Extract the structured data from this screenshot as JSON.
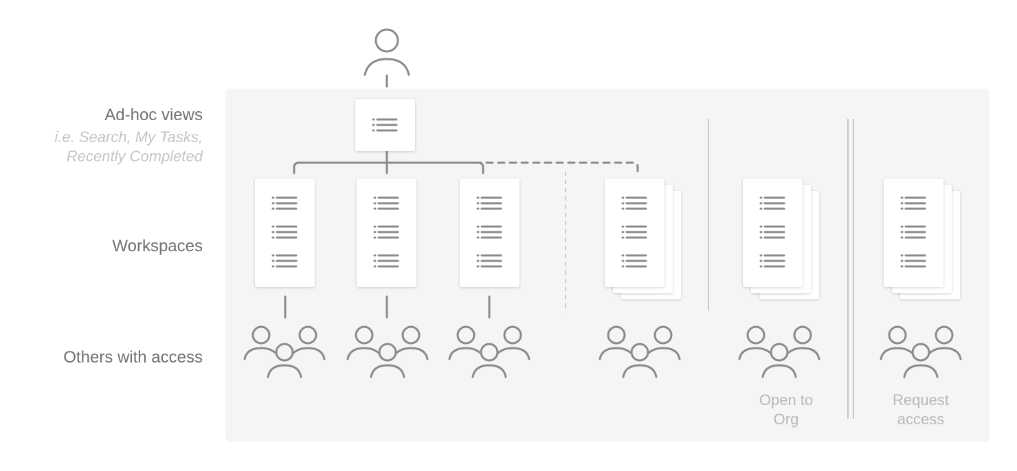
{
  "rows": {
    "adhoc_title": "Ad-hoc views",
    "adhoc_examples_line1": "i.e. Search, My Tasks,",
    "adhoc_examples_line2": "Recently Completed",
    "workspaces": "Workspaces",
    "others": "Others with access"
  },
  "captions": {
    "open_to_org_line1": "Open to",
    "open_to_org_line2": "Org",
    "request_access_line1": "Request",
    "request_access_line2": "access"
  },
  "icons": {
    "user": "person-icon",
    "list": "list-icon",
    "group": "group-icon"
  },
  "colors": {
    "stroke": "#8a8a8a",
    "panel": "#f5f5f5",
    "caption": "#b8b8b8",
    "label": "#6f6f6f"
  }
}
